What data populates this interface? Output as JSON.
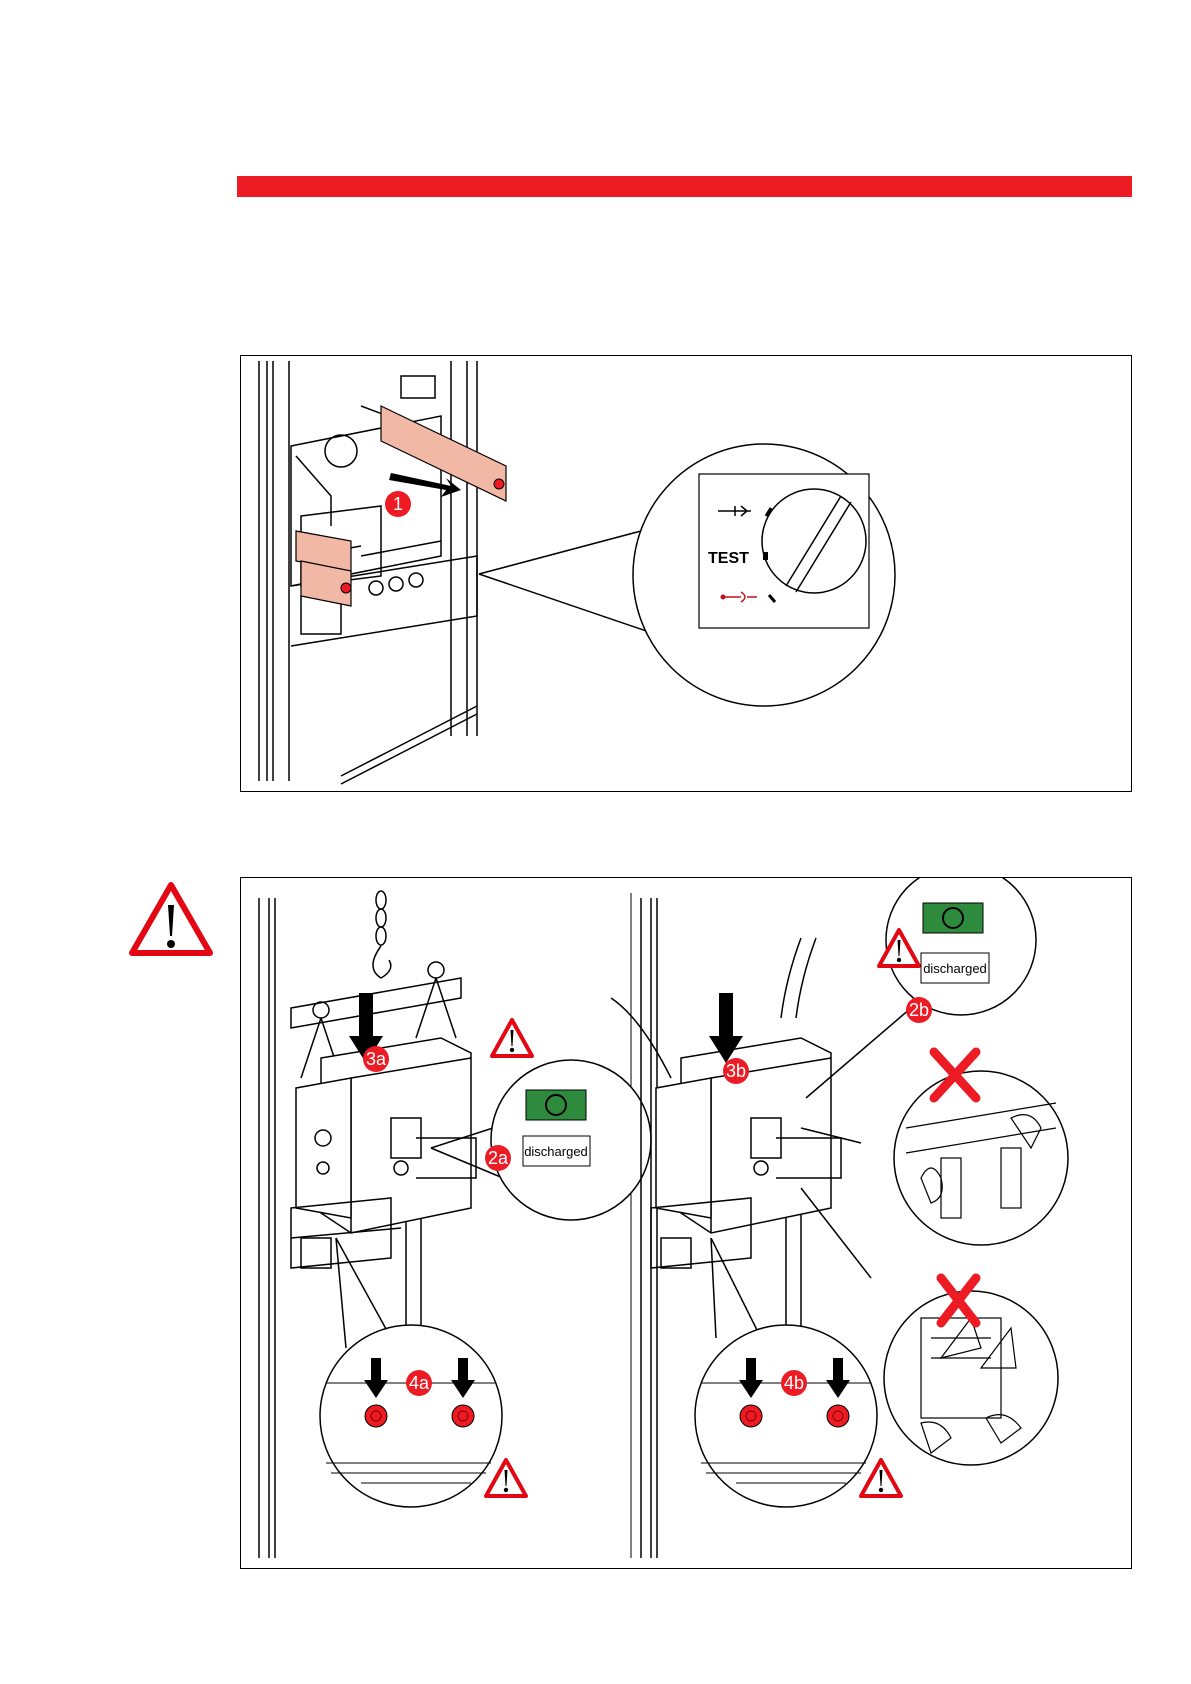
{
  "colors": {
    "accent_red": "#ed1c24",
    "highlight_orange": "#f2b8a6",
    "indicator_green": "#2e8b3e",
    "warning_red": "#e30613"
  },
  "figure1": {
    "step_badge": "1",
    "dial_label_test": "TEST"
  },
  "figure2": {
    "left": {
      "badge_lower": "3a",
      "badge_indicator": "2a",
      "badge_pins": "4a",
      "indicator_label": "discharged"
    },
    "right": {
      "badge_lower": "3b",
      "badge_indicator": "2b",
      "badge_pins": "4b",
      "indicator_label": "discharged"
    }
  },
  "icons": {
    "warning": "warning-triangle-icon",
    "prohibited": "red-x-icon"
  }
}
